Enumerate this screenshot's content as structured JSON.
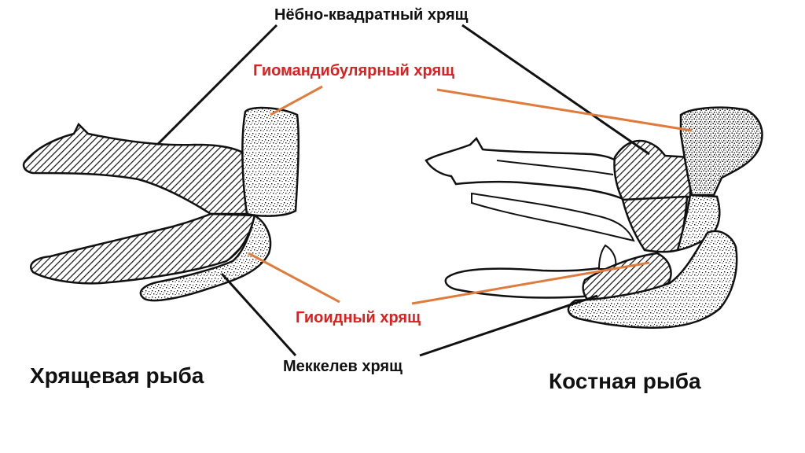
{
  "labels": {
    "palatoquadrate": "Нёбно-квадратный хрящ",
    "hyomandibular": "Гиомандибулярный хрящ",
    "hyoid": "Гиоидный хрящ",
    "meckel": "Меккелев хрящ",
    "cartilaginous_fish": "Хрящевая рыба",
    "bony_fish": "Костная рыба"
  },
  "colors": {
    "label_text": "#111111",
    "highlight_text": "#e21d1d",
    "black_pointer": "#111111",
    "orange_pointer": "#e07b3c",
    "outline": "#111111"
  }
}
